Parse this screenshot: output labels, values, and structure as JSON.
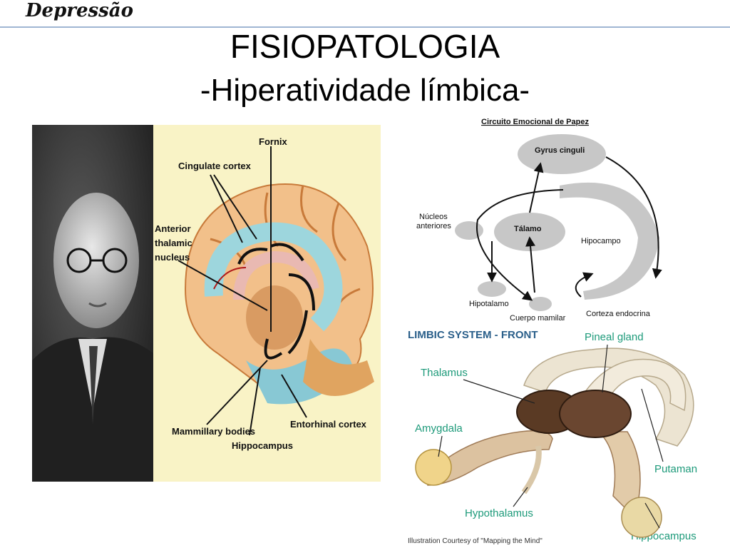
{
  "header": {
    "brand": "Depressão"
  },
  "slide": {
    "title": "FISIOPATOLOGIA",
    "subtitle": "-Hiperatividade límbica-"
  },
  "brain_figure": {
    "labels": {
      "fornix": "Fornix",
      "cingulate": "Cingulate cortex",
      "anterior1": "Anterior",
      "anterior2": "thalamic",
      "anterior3": "nucleus",
      "mammillary": "Mammillary bodies",
      "hippocampus": "Hippocampus",
      "entorhinal": "Entorhinal cortex"
    }
  },
  "papez": {
    "title": "Circuito Emocional de Papez",
    "gyrus": "Gyrus cinguli",
    "nucleos1": "Núcleos",
    "nucleos2": "anteriores",
    "talamo": "Tálamo",
    "hipocampo": "Hipocampo",
    "hipotalamo": "Hipotalamo",
    "cuerpo": "Cuerpo mamilar",
    "corteza": "Corteza endocrina"
  },
  "limbic": {
    "title": "LIMBIC SYSTEM - FRONT",
    "pineal": "Pineal gland",
    "thalamus": "Thalamus",
    "amygdala": "Amygdala",
    "putaman": "Putaman",
    "hypothalamus": "Hypothalamus",
    "hippocampus": "Hippocampus",
    "credit": "Illustration Courtesy of \"Mapping the Mind\""
  },
  "colors": {
    "rule": "#9fb6d3",
    "label_blue": "#2a78a8",
    "label_green": "#1d9a7a",
    "gray_node": "#c7c7c7"
  }
}
